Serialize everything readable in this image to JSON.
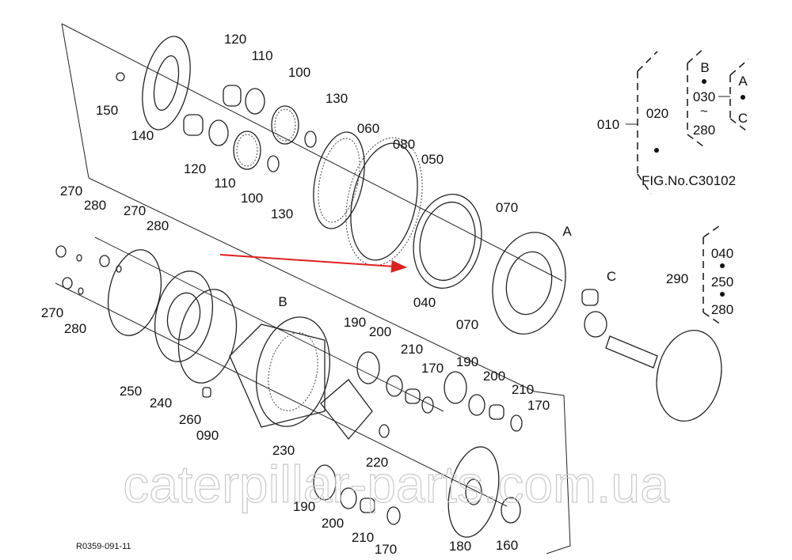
{
  "diagram": {
    "drawing_code": "R0359-091-11",
    "watermark": "caterpillar-parts.com.ua",
    "arrow_color": "#e02020",
    "parts_labels": [
      "120",
      "110",
      "100",
      "150",
      "140",
      "130",
      "060",
      "080",
      "050",
      "120",
      "110",
      "100",
      "130",
      "270",
      "280",
      "270",
      "280",
      "070",
      "A",
      "040",
      "070",
      "C",
      "270",
      "280",
      "B",
      "190",
      "200",
      "210",
      "170",
      "190",
      "200",
      "210",
      "170",
      "250",
      "240",
      "260",
      "090",
      "230",
      "220",
      "190",
      "200",
      "210",
      "170",
      "180",
      "160"
    ],
    "legend": {
      "assembly": "010",
      "sub": "020",
      "group_top": "B",
      "range_start": "030",
      "range_sep": "~",
      "range_end": "280",
      "mark_a": "A",
      "mark_c": "C",
      "figure_ref": "FIG.No.C30102",
      "kit": "290",
      "kit_items": [
        "040",
        "250",
        "280"
      ]
    }
  }
}
